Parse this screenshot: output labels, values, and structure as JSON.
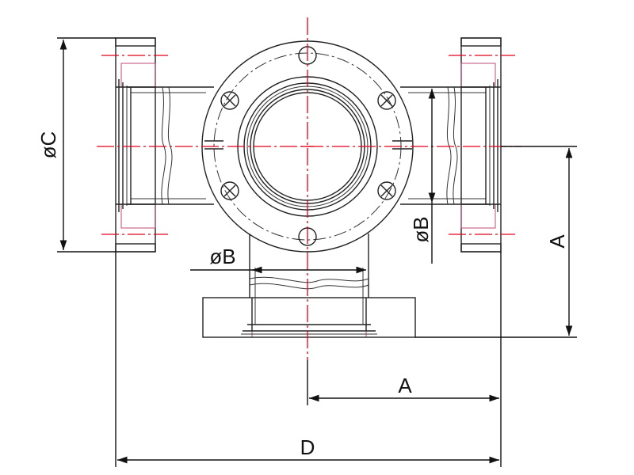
{
  "labels": {
    "dia_c": "øC",
    "dia_b_vertical": "øB",
    "dia_b_horizontal": "øB",
    "dim_a_vertical": "A",
    "dim_a_horizontal": "A",
    "dim_d": "D"
  },
  "colors": {
    "outline": "#222222",
    "centerline": "#e0001b",
    "hatch": "#c04a7a"
  }
}
